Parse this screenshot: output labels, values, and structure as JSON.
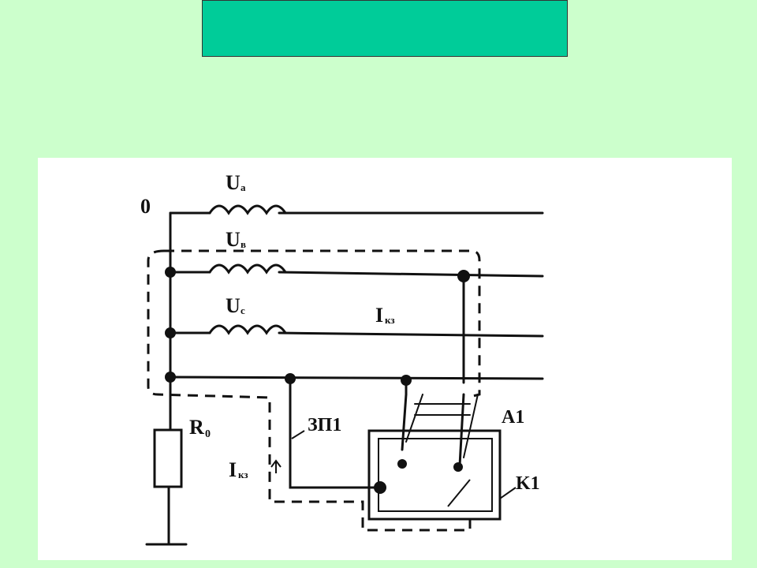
{
  "labels": {
    "neutral": "0",
    "ua": "U",
    "ua_sub": "a",
    "ub": "U",
    "ub_sub": "в",
    "uc": "U",
    "uc_sub": "c",
    "ikz_top": "I",
    "ikz_top_sub": "кз",
    "ikz_left": "I",
    "ikz_left_sub": "кз",
    "r0": "R",
    "r0_sub": "0",
    "zp1": "ЗП1",
    "a1": "A1",
    "k1": "K1"
  },
  "colors": {
    "background": "#ccffcc",
    "title_bar": "#00cc99",
    "panel": "#ffffff",
    "ink": "#111111"
  }
}
